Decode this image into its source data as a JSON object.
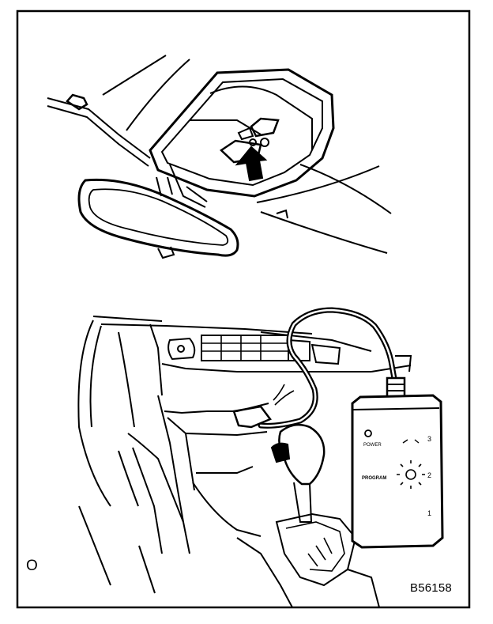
{
  "figure": {
    "corner_mark": "O",
    "figure_id": "B56158"
  },
  "tester": {
    "power_label": "POWER",
    "program_label": "PROGRAM",
    "channel_labels": [
      "3",
      "2",
      "1"
    ]
  }
}
